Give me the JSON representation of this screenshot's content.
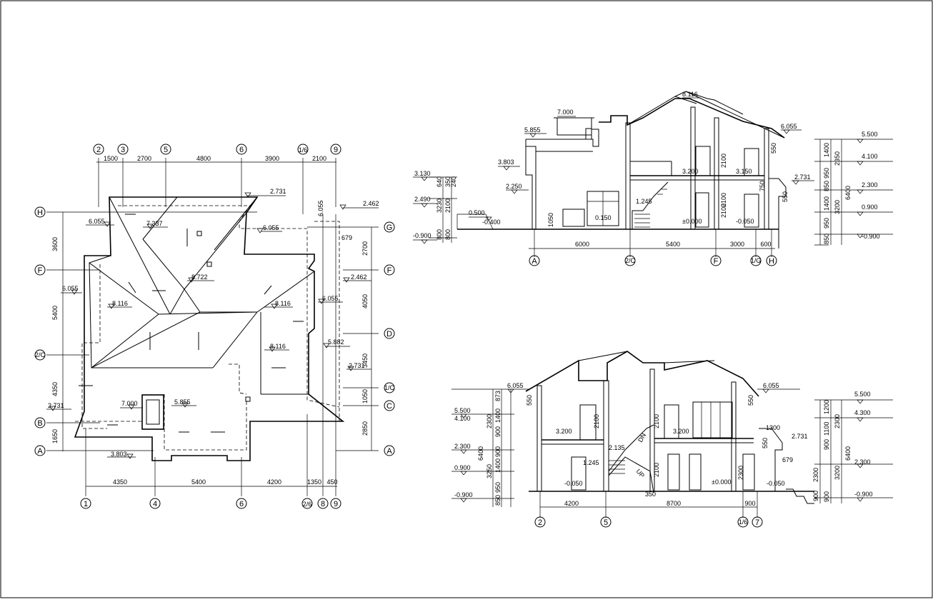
{
  "plan": {
    "top_axes": [
      "2",
      "3",
      "5",
      "6",
      "1/6",
      "9"
    ],
    "top_dims": [
      "1500",
      "2700",
      "4800",
      "3900",
      "2100"
    ],
    "bottom_axes": [
      "1",
      "4",
      "6",
      "2/6",
      "8",
      "9"
    ],
    "bottom_dims": [
      "4350",
      "5400",
      "4200",
      "1350",
      "450"
    ],
    "left_axes": [
      "H",
      "F",
      "2/C",
      "B",
      "A"
    ],
    "left_dims": [
      "3600",
      "5400",
      "4350",
      "1650"
    ],
    "right_axes": [
      "G",
      "F",
      "D",
      "1/C",
      "C",
      "A"
    ],
    "right_dims": [
      "2700",
      "4050",
      "3450",
      "1050",
      "2850"
    ],
    "elevations": [
      "2.731",
      "2.462",
      "6.055",
      "7.337",
      "6.055",
      "679",
      "6.055",
      "8.722",
      "2.462",
      "6.055",
      "8.116",
      "6.055",
      "8.116",
      "8.116",
      "5.882",
      "2.731",
      "2.731",
      "7.000",
      "5.855",
      "3.803"
    ]
  },
  "section1": {
    "levels_left": [
      "3.130",
      "2.490",
      "0.500",
      "-0.400",
      "-0.900",
      "3.803",
      "2.250",
      "5.855",
      "7.000",
      "8.116",
      "6.055",
      "2.731"
    ],
    "dims_left_vert": [
      "640",
      "350",
      "240",
      "3230",
      "2100",
      "800",
      "800",
      "1050"
    ],
    "room_levels": [
      "3.200",
      "3.150",
      "1.245",
      "±0.000",
      "-0.050",
      "0.150"
    ],
    "vert_dims": [
      "2100",
      "2100",
      "2100",
      "550",
      "750",
      "550"
    ],
    "bottom_dims": [
      "6000",
      "5400",
      "3000",
      "600"
    ],
    "axes": [
      "A",
      "2/C",
      "F",
      "1/G",
      "H"
    ],
    "right_levels": [
      "5.500",
      "4.100",
      "2.300",
      "0.900",
      "-0.900"
    ],
    "right_dims_inner": [
      "1400",
      "950",
      "850",
      "1400",
      "950",
      "850"
    ],
    "right_dims_mid": [
      "2350",
      "3200"
    ],
    "right_dims_outer": "6400"
  },
  "section2": {
    "levels_left": [
      "6.055",
      "5.500",
      "4.100",
      "2.300",
      "0.900",
      "-0.900"
    ],
    "dims_left_inner": [
      "873",
      "1400",
      "900",
      "900",
      "1400",
      "950",
      "850"
    ],
    "dims_left_mid": [
      "2300",
      "3250"
    ],
    "dims_left_outer": "6400",
    "room_levels": [
      "3.200",
      "3.200",
      "2.135",
      "1.245",
      "-0.050",
      "±0.000",
      "-0.050"
    ],
    "vert_dims": [
      "2100",
      "2100",
      "2100",
      "2300",
      "550",
      "550"
    ],
    "stair_labels": [
      "DN",
      "UP"
    ],
    "misc_dims": [
      "350",
      "1300",
      "2.731",
      "550",
      "679"
    ],
    "right_levels": [
      "6.055",
      "5.500",
      "4.300",
      "2.300",
      "-0.900"
    ],
    "right_dims_inner": [
      "1200",
      "1100",
      "900",
      "900"
    ],
    "right_dims_mid": [
      "2300",
      "3200"
    ],
    "right_dims_outer": "6400",
    "right_dims_extra": [
      "2300",
      "900"
    ],
    "bottom_dims": [
      "4200",
      "8700",
      "900"
    ],
    "axes": [
      "2",
      "5",
      "1/6",
      "7"
    ]
  }
}
